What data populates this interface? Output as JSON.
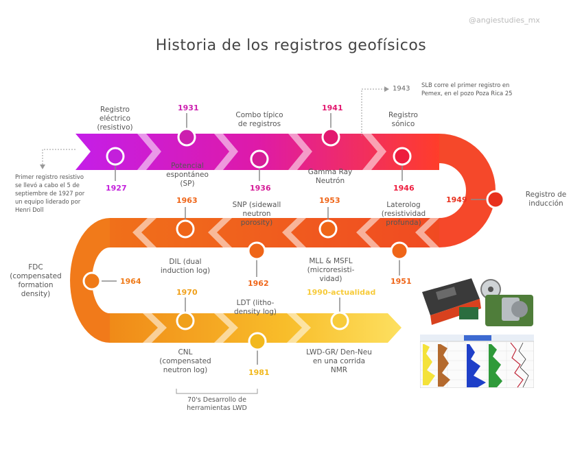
{
  "title": "Historia de los registros geofísicos",
  "watermark": "@angiestudies_mx",
  "note_1927": "Primer registro resistivo\nse llevó a cabo el 5 de\nseptiembre de 1927 por\nun equipo liderado por\nHenri Doll",
  "note_1943": "SLB corre el primer registro en\nPemex, en el pozo Poza Rica 25",
  "note_1943_year": "1943",
  "note_70s": "70's Desarrollo de\nherramientas LWD",
  "colors": {
    "row1_start": "#cc1ee6",
    "row1_end": "#ff3a28",
    "row2": "#f36a1a",
    "row3_start": "#f28a16",
    "row3_end": "#fcd34a"
  },
  "events": [
    {
      "year": "1927",
      "label": "Registro\neléctrico\n(resistivo)",
      "color": "#c31fdb"
    },
    {
      "year": "1931",
      "label": "Potencial\nespontáneo\n(SP)",
      "color": "#cc1faf"
    },
    {
      "year": "1936",
      "label": "Combo típico\nde registros",
      "color": "#d51c97"
    },
    {
      "year": "1941",
      "label": "Gamma Ray\nNeutrón",
      "color": "#e2186f"
    },
    {
      "year": "1946",
      "label": "Registro\nsónico",
      "color": "#ee1c3e"
    },
    {
      "year": "1949",
      "label": "Registro de\ninducción",
      "color": "#e8311e"
    },
    {
      "year": "1951",
      "label": "Laterolog\n(resistividad\nprofunda)",
      "color": "#ef6518"
    },
    {
      "year": "1953",
      "label": "MLL & MSFL\n(microresisti-\nvidad)",
      "color": "#ef6518"
    },
    {
      "year": "1962",
      "label": "SNP (sidewall\nneutron\nporosity)",
      "color": "#ef6518"
    },
    {
      "year": "1963",
      "label": "DIL (dual\ninduction log)",
      "color": "#ef6518"
    },
    {
      "year": "1964",
      "label": "FDC\n(compensated\nformation\ndensity)",
      "color": "#ef7a18"
    },
    {
      "year": "1970",
      "label": "CNL\n(compensated\nneutron log)",
      "color": "#f0a01a"
    },
    {
      "year": "1981",
      "label": "LDT (litho-\ndensity log)",
      "color": "#f2b81c"
    },
    {
      "year": "1990-actualidad",
      "label": "LWD-GR/ Den-Neu\nen una corrida\nNMR",
      "color": "#f7cb3a"
    }
  ]
}
